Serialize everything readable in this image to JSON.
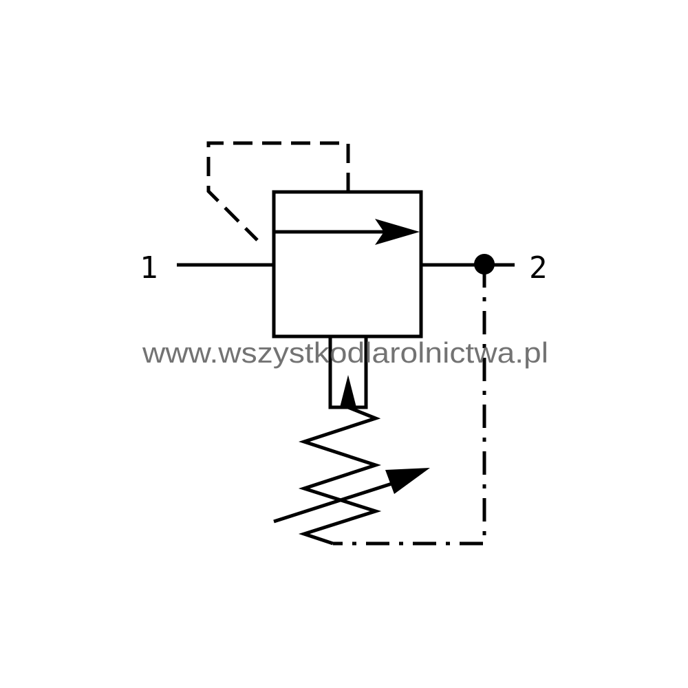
{
  "ports": {
    "inlet_label": "1",
    "outlet_label": "2"
  },
  "watermark": {
    "text": "www.wszystkodlarolnictwa.pl"
  },
  "colors": {
    "line": "#000000",
    "background": "#ffffff",
    "watermark": "#5a5a5a"
  }
}
